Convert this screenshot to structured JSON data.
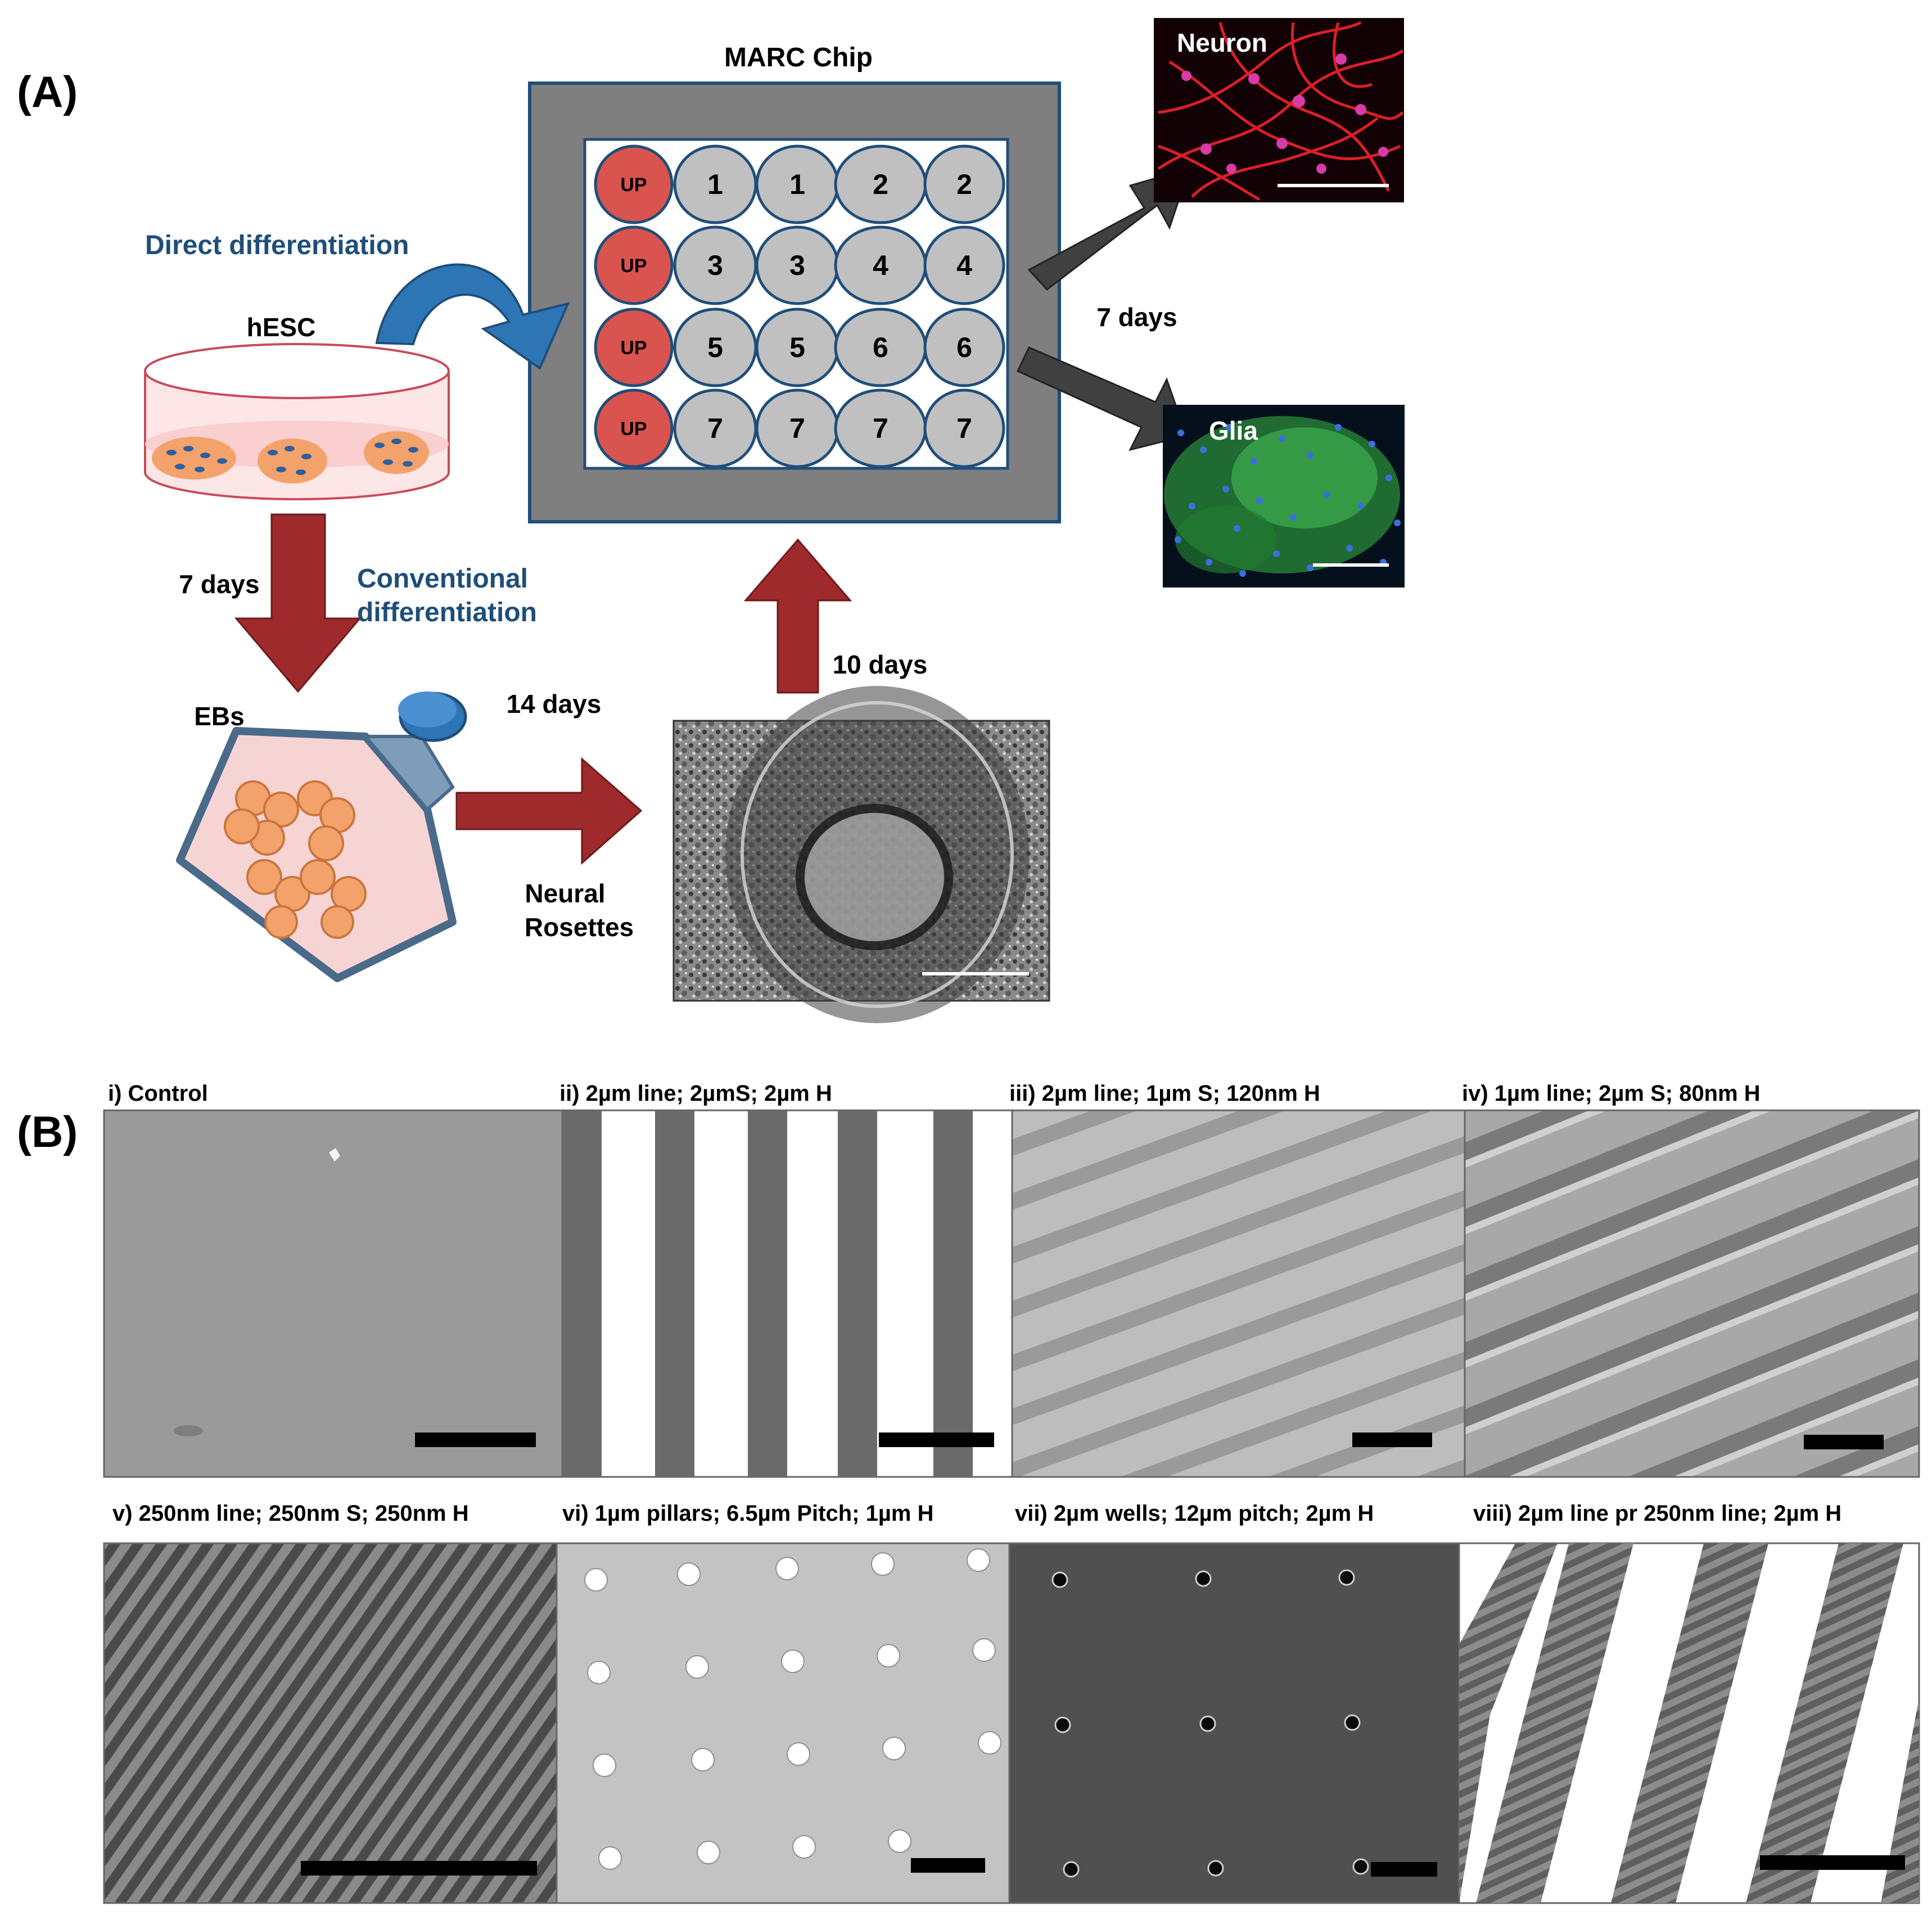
{
  "panel_a": {
    "label": "(A)",
    "chip_title": "MARC Chip",
    "up_label": "UP",
    "well_rows": [
      [
        "1",
        "1",
        "2",
        "2"
      ],
      [
        "3",
        "3",
        "4",
        "4"
      ],
      [
        "5",
        "5",
        "6",
        "6"
      ],
      [
        "7",
        "7",
        "7",
        "7"
      ]
    ],
    "direct_differentiation": "Direct differentiation",
    "hesc": "hESC",
    "seven_days_left": "7 days",
    "conventional_line1": "Conventional",
    "conventional_line2": "differentiation",
    "ebs": "EBs",
    "fourteen_days": "14 days",
    "neural_line1": "Neural",
    "neural_line2": "Rosettes",
    "ten_days": "10 days",
    "seven_days_right": "7 days",
    "neuron": "Neuron",
    "glia": "Glia"
  },
  "panel_b": {
    "label": "(B)",
    "captions": [
      "i) Control",
      "ii) 2µm line; 2µmS; 2µm H",
      "iii)  2µm line; 1µm S; 120nm H",
      "iv) 1µm line; 2µm S; 80nm H",
      "v) 250nm line; 250nm S; 250nm H",
      "vi) 1µm pillars; 6.5µm Pitch; 1µm H",
      "vii) 2µm wells; 12µm pitch; 2µm H",
      "viii) 2µm line pr 250nm line; 2µm H"
    ]
  },
  "colors": {
    "chip_frame": "#7f7f7f",
    "chip_border": "#1f4e79",
    "up_well": "#d9534f",
    "numbered_well": "#c0c0c0",
    "red_arrow": "#9e2a2b",
    "dark_arrow": "#404040",
    "blue_arrow": "#2e75b6",
    "blue_text": "#1f4e79",
    "neuron_red": "#e8202a",
    "glia_green": "#2a8a3a"
  }
}
